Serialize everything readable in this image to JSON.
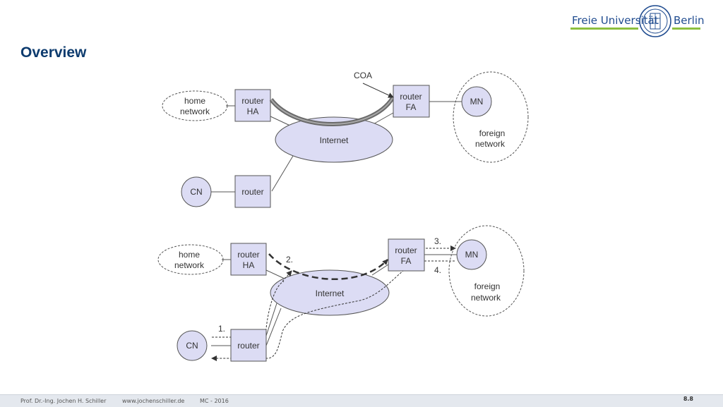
{
  "header": {
    "logo_left": "Freie Universität",
    "logo_right": "Berlin"
  },
  "slide": {
    "title": "Overview"
  },
  "diagram_top": {
    "coa_label": "COA",
    "home_network": [
      "home",
      "network"
    ],
    "router_ha": [
      "router",
      "HA"
    ],
    "router_fa": [
      "router",
      "FA"
    ],
    "mn": "MN",
    "foreign_network": [
      "foreign",
      "network"
    ],
    "internet": "Internet",
    "cn": "CN",
    "router": "router"
  },
  "diagram_bottom": {
    "home_network": [
      "home",
      "network"
    ],
    "router_ha": [
      "router",
      "HA"
    ],
    "router_fa": [
      "router",
      "FA"
    ],
    "mn": "MN",
    "foreign_network": [
      "foreign",
      "network"
    ],
    "internet": "Internet",
    "cn": "CN",
    "router": "router",
    "step1": "1.",
    "step2": "2.",
    "step3": "3.",
    "step4": "4."
  },
  "footer": {
    "author": "Prof. Dr.-Ing. Jochen H. Schiller",
    "website": "www.jochenschiller.de",
    "course": "MC - 2016",
    "page": "8.8"
  },
  "colors": {
    "node_fill": "#dcdcf4",
    "title": "#0d3b6e",
    "logo": "#1f4b8f",
    "logo_bar": "#8cbf3f"
  }
}
